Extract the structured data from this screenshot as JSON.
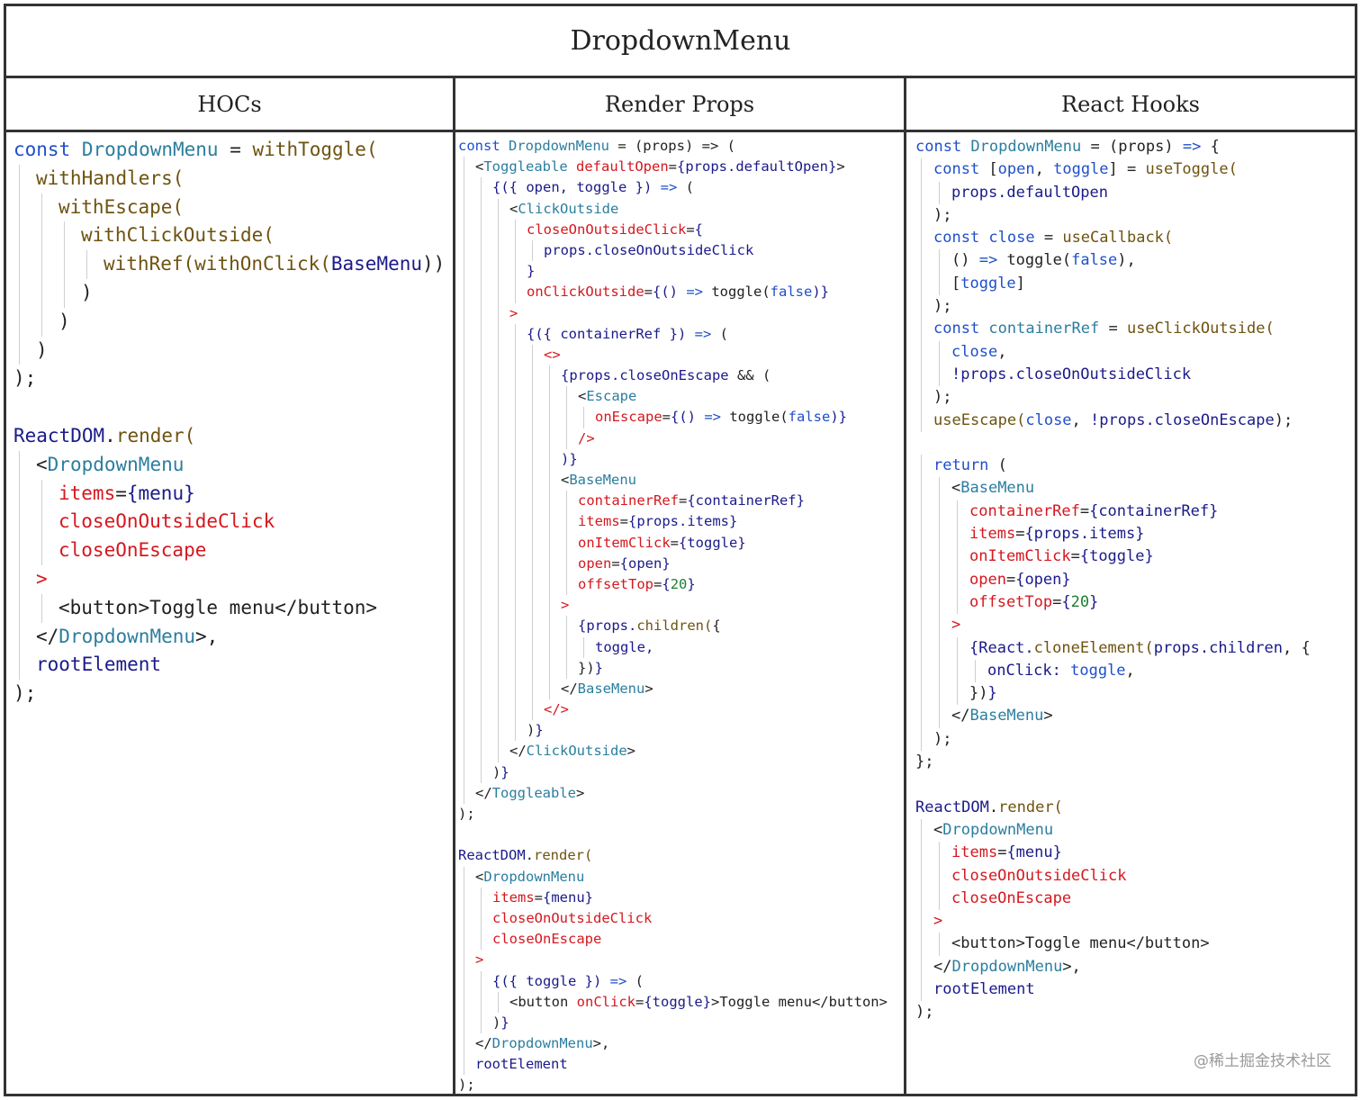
{
  "title": "DropdownMenu",
  "columns": {
    "hocs": {
      "header": "HOCs"
    },
    "render_props": {
      "header": "Render Props"
    },
    "react_hooks": {
      "header": "React Hooks"
    }
  },
  "watermark": "@稀土掘金技术社区",
  "code": {
    "hocs": [
      [
        [
          "k",
          "const "
        ],
        [
          "t",
          "DropdownMenu"
        ],
        [
          "p",
          " = "
        ],
        [
          "f",
          "withToggle("
        ]
      ],
      [
        [
          "f",
          "withHandlers("
        ]
      ],
      [
        [
          "f",
          "withEscape("
        ]
      ],
      [
        [
          "f",
          "withClickOutside("
        ]
      ],
      [
        [
          "f",
          "withRef("
        ],
        [
          "f",
          "withOnClick("
        ],
        [
          "s",
          "BaseMenu"
        ],
        [
          "p",
          "))"
        ]
      ],
      [
        [
          "p",
          ")"
        ]
      ],
      [
        [
          "p",
          ")"
        ]
      ],
      [
        [
          "p",
          ")"
        ]
      ],
      [
        [
          "p",
          ");"
        ]
      ],
      [
        [
          "p",
          ""
        ]
      ],
      [
        [
          "s",
          "ReactDOM"
        ],
        [
          "p",
          "."
        ],
        [
          "f",
          "render("
        ]
      ],
      [
        [
          "p",
          "<"
        ],
        [
          "t",
          "DropdownMenu"
        ]
      ],
      [
        [
          "a",
          "items"
        ],
        [
          "p",
          "="
        ],
        [
          "s",
          "{menu}"
        ]
      ],
      [
        [
          "a",
          "closeOnOutsideClick"
        ]
      ],
      [
        [
          "a",
          "closeOnEscape"
        ]
      ],
      [
        [
          "a",
          ">"
        ]
      ],
      [
        [
          "p",
          "<"
        ],
        [
          "p",
          "button"
        ],
        [
          "p",
          ">"
        ],
        [
          "p",
          "Toggle menu"
        ],
        [
          "p",
          "</"
        ],
        [
          "p",
          "button"
        ],
        [
          "p",
          ">"
        ]
      ],
      [
        [
          "p",
          "</"
        ],
        [
          "t",
          "DropdownMenu"
        ],
        [
          "p",
          ">,"
        ]
      ],
      [
        [
          "s",
          "rootElement"
        ]
      ],
      [
        [
          "p",
          ");"
        ]
      ]
    ],
    "render_props": [
      [
        [
          "k",
          "const "
        ],
        [
          "t",
          "DropdownMenu"
        ],
        [
          "p",
          " = (props) => ("
        ]
      ],
      [
        [
          "p",
          "<"
        ],
        [
          "t",
          "Toggleable "
        ],
        [
          "a",
          "defaultOpen"
        ],
        [
          "p",
          "="
        ],
        [
          "s",
          "{props.defaultOpen}"
        ],
        [
          "p",
          ">"
        ]
      ],
      [
        [
          "s",
          "{({ open, toggle }) "
        ],
        [
          "k",
          "=>"
        ],
        [
          "p",
          " ("
        ]
      ],
      [
        [
          "p",
          "<"
        ],
        [
          "t",
          "ClickOutside"
        ]
      ],
      [
        [
          "a",
          "closeOnOutsideClick"
        ],
        [
          "p",
          "="
        ],
        [
          "s",
          "{"
        ]
      ],
      [
        [
          "s",
          "props.closeOnOutsideClick"
        ]
      ],
      [
        [
          "s",
          "}"
        ]
      ],
      [
        [
          "a",
          "onClickOutside"
        ],
        [
          "p",
          "="
        ],
        [
          "s",
          "{() "
        ],
        [
          "k",
          "=>"
        ],
        [
          "p",
          " toggle("
        ],
        [
          "k",
          "false"
        ],
        [
          "s",
          ")}"
        ]
      ],
      [
        [
          "a",
          ">"
        ]
      ],
      [
        [
          "s",
          "{({ containerRef }) "
        ],
        [
          "k",
          "=>"
        ],
        [
          "p",
          " ("
        ]
      ],
      [
        [
          "a",
          "<>"
        ]
      ],
      [
        [
          "s",
          "{props.closeOnEscape"
        ],
        [
          "p",
          " && ("
        ]
      ],
      [
        [
          "p",
          "<"
        ],
        [
          "t",
          "Escape"
        ]
      ],
      [
        [
          "a",
          "onEscape"
        ],
        [
          "p",
          "="
        ],
        [
          "s",
          "{() "
        ],
        [
          "k",
          "=>"
        ],
        [
          "p",
          " toggle("
        ],
        [
          "k",
          "false"
        ],
        [
          "s",
          ")}"
        ]
      ],
      [
        [
          "a",
          "/>"
        ]
      ],
      [
        [
          "s",
          ")}"
        ]
      ],
      [
        [
          "p",
          "<"
        ],
        [
          "t",
          "BaseMenu"
        ]
      ],
      [
        [
          "a",
          "containerRef"
        ],
        [
          "p",
          "="
        ],
        [
          "s",
          "{containerRef}"
        ]
      ],
      [
        [
          "a",
          "items"
        ],
        [
          "p",
          "="
        ],
        [
          "s",
          "{props.items}"
        ]
      ],
      [
        [
          "a",
          "onItemClick"
        ],
        [
          "p",
          "="
        ],
        [
          "s",
          "{toggle}"
        ]
      ],
      [
        [
          "a",
          "open"
        ],
        [
          "p",
          "="
        ],
        [
          "s",
          "{open}"
        ]
      ],
      [
        [
          "a",
          "offsetTop"
        ],
        [
          "p",
          "="
        ],
        [
          "s",
          "{"
        ],
        [
          "n",
          "20"
        ],
        [
          "s",
          "}"
        ]
      ],
      [
        [
          "a",
          ">"
        ]
      ],
      [
        [
          "s",
          "{props."
        ],
        [
          "f",
          "children("
        ],
        [
          "p",
          "{"
        ]
      ],
      [
        [
          "s",
          "toggle,"
        ]
      ],
      [
        [
          "p",
          "})"
        ],
        [
          "s",
          "}"
        ]
      ],
      [
        [
          "p",
          "</"
        ],
        [
          "t",
          "BaseMenu"
        ],
        [
          "p",
          ">"
        ]
      ],
      [
        [
          "a",
          "</>"
        ]
      ],
      [
        [
          "p",
          ")"
        ],
        [
          "s",
          "}"
        ]
      ],
      [
        [
          "p",
          "</"
        ],
        [
          "t",
          "ClickOutside"
        ],
        [
          "p",
          ">"
        ]
      ],
      [
        [
          "p",
          ")"
        ],
        [
          "s",
          "}"
        ]
      ],
      [
        [
          "p",
          "</"
        ],
        [
          "t",
          "Toggleable"
        ],
        [
          "p",
          ">"
        ]
      ],
      [
        [
          "p",
          ");"
        ]
      ],
      [
        [
          "p",
          ""
        ]
      ],
      [
        [
          "s",
          "ReactDOM"
        ],
        [
          "p",
          "."
        ],
        [
          "f",
          "render("
        ]
      ],
      [
        [
          "p",
          "<"
        ],
        [
          "t",
          "DropdownMenu"
        ]
      ],
      [
        [
          "a",
          "items"
        ],
        [
          "p",
          "="
        ],
        [
          "s",
          "{menu}"
        ]
      ],
      [
        [
          "a",
          "closeOnOutsideClick"
        ]
      ],
      [
        [
          "a",
          "closeOnEscape"
        ]
      ],
      [
        [
          "a",
          ">"
        ]
      ],
      [
        [
          "s",
          "{({ toggle }) "
        ],
        [
          "k",
          "=>"
        ],
        [
          "p",
          " ("
        ]
      ],
      [
        [
          "p",
          "<button "
        ],
        [
          "a",
          "onClick"
        ],
        [
          "p",
          "="
        ],
        [
          "s",
          "{toggle}"
        ],
        [
          "p",
          ">Toggle menu</button>"
        ]
      ],
      [
        [
          "p",
          ")"
        ],
        [
          "s",
          "}"
        ]
      ],
      [
        [
          "p",
          "</"
        ],
        [
          "t",
          "DropdownMenu"
        ],
        [
          "p",
          ">,"
        ]
      ],
      [
        [
          "s",
          "rootElement"
        ]
      ],
      [
        [
          "p",
          ");"
        ]
      ]
    ],
    "react_hooks": [
      [
        [
          "k",
          "const "
        ],
        [
          "t",
          "DropdownMenu"
        ],
        [
          "p",
          " = (props) "
        ],
        [
          "k",
          "=>"
        ],
        [
          "p",
          " {"
        ]
      ],
      [
        [
          "k",
          "const "
        ],
        [
          "p",
          "["
        ],
        [
          "k",
          "open"
        ],
        [
          "p",
          ", "
        ],
        [
          "k",
          "toggle"
        ],
        [
          "p",
          "] = "
        ],
        [
          "f",
          "useToggle("
        ]
      ],
      [
        [
          "s",
          "props.defaultOpen"
        ]
      ],
      [
        [
          "p",
          ");"
        ]
      ],
      [
        [
          "k",
          "const "
        ],
        [
          "k",
          "close"
        ],
        [
          "p",
          " = "
        ],
        [
          "f",
          "useCallback("
        ]
      ],
      [
        [
          "p",
          "() "
        ],
        [
          "k",
          "=>"
        ],
        [
          "p",
          " toggle("
        ],
        [
          "k",
          "false"
        ],
        [
          "p",
          "),"
        ]
      ],
      [
        [
          "p",
          "["
        ],
        [
          "k",
          "toggle"
        ],
        [
          "p",
          "]"
        ]
      ],
      [
        [
          "p",
          ");"
        ]
      ],
      [
        [
          "k",
          "const "
        ],
        [
          "t",
          "containerRef"
        ],
        [
          "p",
          " = "
        ],
        [
          "f",
          "useClickOutside("
        ]
      ],
      [
        [
          "k",
          "close"
        ],
        [
          "p",
          ","
        ]
      ],
      [
        [
          "s",
          "!props.closeOnOutsideClick"
        ]
      ],
      [
        [
          "p",
          ");"
        ]
      ],
      [
        [
          "f",
          "useEscape("
        ],
        [
          "k",
          "close"
        ],
        [
          "p",
          ", "
        ],
        [
          "s",
          "!props.closeOnEscape"
        ],
        [
          "p",
          ");"
        ]
      ],
      [
        [
          "p",
          ""
        ]
      ],
      [
        [
          "k",
          "return"
        ],
        [
          "p",
          " ("
        ]
      ],
      [
        [
          "p",
          "<"
        ],
        [
          "t",
          "BaseMenu"
        ]
      ],
      [
        [
          "a",
          "containerRef"
        ],
        [
          "p",
          "="
        ],
        [
          "s",
          "{containerRef}"
        ]
      ],
      [
        [
          "a",
          "items"
        ],
        [
          "p",
          "="
        ],
        [
          "s",
          "{props.items}"
        ]
      ],
      [
        [
          "a",
          "onItemClick"
        ],
        [
          "p",
          "="
        ],
        [
          "s",
          "{toggle}"
        ]
      ],
      [
        [
          "a",
          "open"
        ],
        [
          "p",
          "="
        ],
        [
          "s",
          "{open}"
        ]
      ],
      [
        [
          "a",
          "offsetTop"
        ],
        [
          "p",
          "="
        ],
        [
          "s",
          "{"
        ],
        [
          "n",
          "20"
        ],
        [
          "s",
          "}"
        ]
      ],
      [
        [
          "a",
          ">"
        ]
      ],
      [
        [
          "s",
          "{React."
        ],
        [
          "f",
          "cloneElement("
        ],
        [
          "s",
          "props.children"
        ],
        [
          "p",
          ", {"
        ]
      ],
      [
        [
          "s",
          "onClick: "
        ],
        [
          "k",
          "toggle"
        ],
        [
          "p",
          ","
        ]
      ],
      [
        [
          "p",
          "})"
        ],
        [
          "s",
          "}"
        ]
      ],
      [
        [
          "p",
          "</"
        ],
        [
          "t",
          "BaseMenu"
        ],
        [
          "p",
          ">"
        ]
      ],
      [
        [
          "p",
          ");"
        ]
      ],
      [
        [
          "p",
          "};"
        ]
      ],
      [
        [
          "p",
          ""
        ]
      ],
      [
        [
          "s",
          "ReactDOM"
        ],
        [
          "p",
          "."
        ],
        [
          "f",
          "render("
        ]
      ],
      [
        [
          "p",
          "<"
        ],
        [
          "t",
          "DropdownMenu"
        ]
      ],
      [
        [
          "a",
          "items"
        ],
        [
          "p",
          "="
        ],
        [
          "s",
          "{menu}"
        ]
      ],
      [
        [
          "a",
          "closeOnOutsideClick"
        ]
      ],
      [
        [
          "a",
          "closeOnEscape"
        ]
      ],
      [
        [
          "a",
          ">"
        ]
      ],
      [
        [
          "p",
          "<button>Toggle menu</button>"
        ]
      ],
      [
        [
          "p",
          "</"
        ],
        [
          "t",
          "DropdownMenu"
        ],
        [
          "p",
          ">,"
        ]
      ],
      [
        [
          "s",
          "rootElement"
        ]
      ],
      [
        [
          "p",
          ");"
        ]
      ]
    ]
  }
}
